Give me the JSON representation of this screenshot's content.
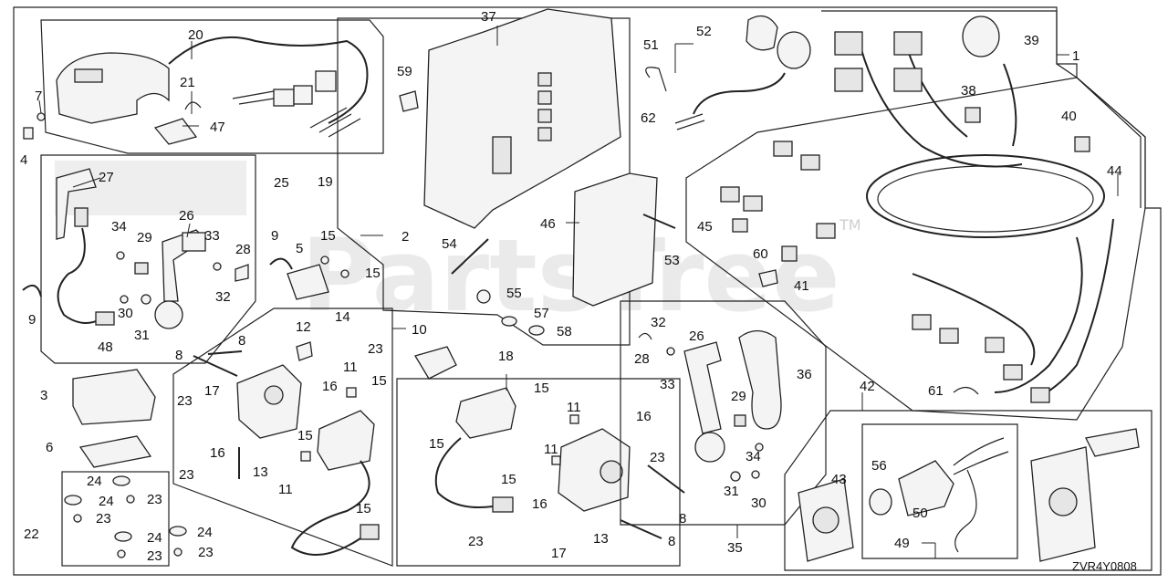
{
  "diagram": {
    "watermark": "PartsTree",
    "trademark": "TM",
    "code": "ZVR4Y0808",
    "labels": {
      "l1": "1",
      "l2": "2",
      "l3": "3",
      "l4": "4",
      "l5": "5",
      "l6": "6",
      "l7": "7",
      "l8a": "8",
      "l8b": "8",
      "l8c": "8",
      "l8d": "8",
      "l9a": "9",
      "l9b": "9",
      "l10": "10",
      "l11a": "11",
      "l11b": "11",
      "l11c": "11",
      "l11d": "11",
      "l12": "12",
      "l13a": "13",
      "l13b": "13",
      "l14": "14",
      "l15a": "15",
      "l15b": "15",
      "l15c": "15",
      "l15d": "15",
      "l15e": "15",
      "l15f": "15",
      "l15g": "15",
      "l15h": "15",
      "l16a": "16",
      "l16b": "16",
      "l16c": "16",
      "l16d": "16",
      "l17a": "17",
      "l17b": "17",
      "l18": "18",
      "l19": "19",
      "l20": "20",
      "l21": "21",
      "l22": "22",
      "l23a": "23",
      "l23b": "23",
      "l23c": "23",
      "l23d": "23",
      "l23e": "23",
      "l23f": "23",
      "l23g": "23",
      "l23h": "23",
      "l23i": "23",
      "l24a": "24",
      "l24b": "24",
      "l24c": "24",
      "l24d": "24",
      "l25": "25",
      "l26a": "26",
      "l26b": "26",
      "l27": "27",
      "l28a": "28",
      "l28b": "28",
      "l29a": "29",
      "l29b": "29",
      "l30a": "30",
      "l30b": "30",
      "l31a": "31",
      "l31b": "31",
      "l32a": "32",
      "l32b": "32",
      "l33a": "33",
      "l33b": "33",
      "l34a": "34",
      "l34b": "34",
      "l35": "35",
      "l36": "36",
      "l37": "37",
      "l38": "38",
      "l39": "39",
      "l40": "40",
      "l41": "41",
      "l42": "42",
      "l43": "43",
      "l44": "44",
      "l45": "45",
      "l46": "46",
      "l47": "47",
      "l48": "48",
      "l49": "49",
      "l50": "50",
      "l51": "51",
      "l52": "52",
      "l53": "53",
      "l54": "54",
      "l55": "55",
      "l56": "56",
      "l57": "57",
      "l58": "58",
      "l59": "59",
      "l60": "60",
      "l61": "61",
      "l62": "62"
    }
  }
}
